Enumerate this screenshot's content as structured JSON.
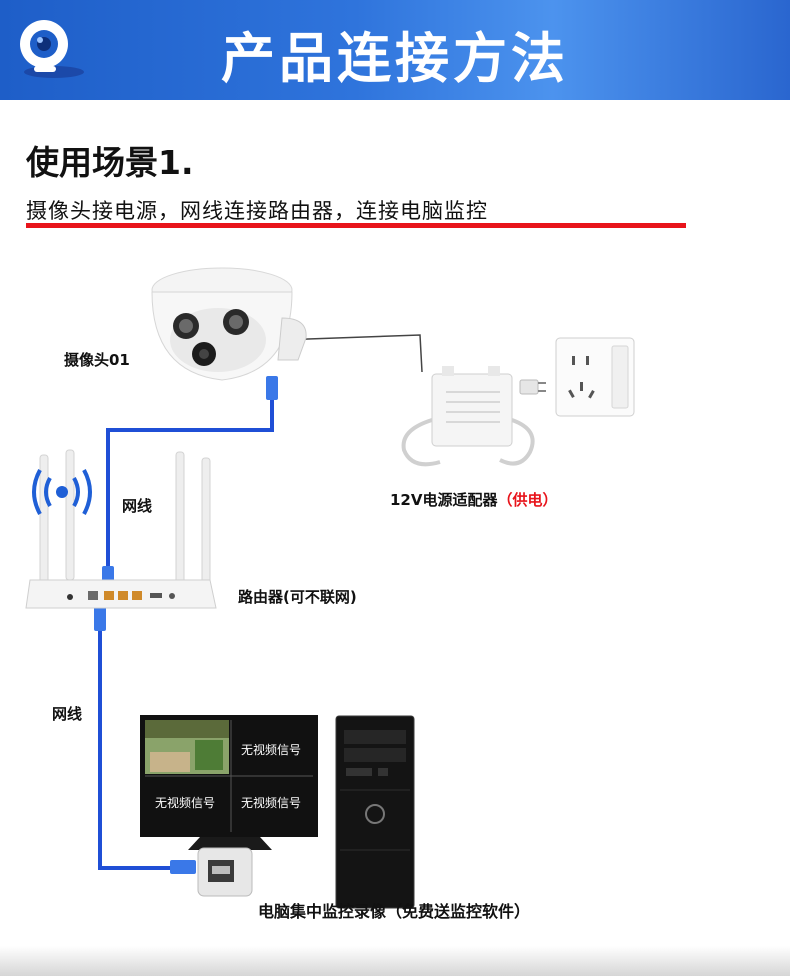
{
  "header": {
    "title": "产品连接方法"
  },
  "scene": {
    "title": "使用场景1.",
    "description": "摄像头接电源，网线连接路由器，连接电脑监控"
  },
  "labels": {
    "camera": "摄像头01",
    "cable_top": "网线",
    "cable_bottom": "网线",
    "router": "路由器(可不联网)",
    "adapter_main": "12V电源适配器",
    "adapter_note": "（供电）",
    "pc": "电脑集中监控录像（免费送监控软件）"
  },
  "monitor": {
    "quads": [
      "无视频信号",
      "无视频信号",
      "无视频信号"
    ]
  },
  "colors": {
    "banner": "#2a6ad2",
    "underline": "#e8141b",
    "cable": "#1f4fd6",
    "note": "#e8141b"
  }
}
